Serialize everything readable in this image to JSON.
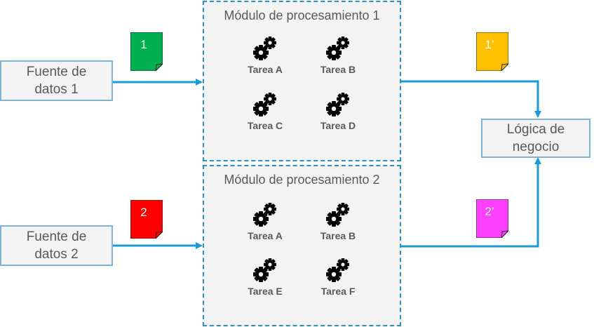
{
  "sources": [
    {
      "label": "Fuente de\ndatos 1"
    },
    {
      "label": "Fuente de\ndatos 2"
    }
  ],
  "modules": [
    {
      "title": "Módulo de procesamiento 1",
      "tasks": [
        "Tarea A",
        "Tarea B",
        "Tarea C",
        "Tarea D"
      ]
    },
    {
      "title": "Módulo de procesamiento 2",
      "tasks": [
        "Tarea A",
        "Tarea B",
        "Tarea E",
        "Tarea F"
      ]
    }
  ],
  "notes": [
    {
      "label": "1",
      "color": "#00b050"
    },
    {
      "label": "2",
      "color": "#ff0000"
    },
    {
      "label": "1’",
      "color": "#ffc000"
    },
    {
      "label": "2’",
      "color": "#ff40ff"
    }
  ],
  "target": {
    "label": "Lógica de\nnegocio"
  },
  "colors": {
    "arrow": "#1a9ad6",
    "border": "#7fb4d6",
    "module_border": "#2e8fc6"
  }
}
